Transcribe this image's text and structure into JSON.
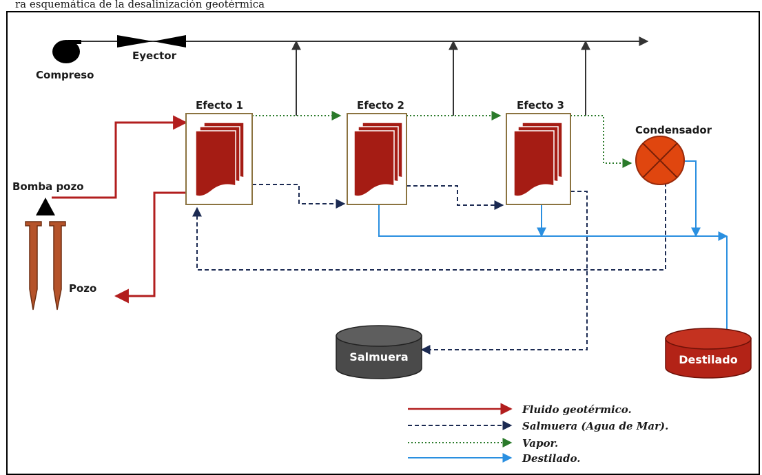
{
  "caption": "ra esquemática de la desalinización geotérmica",
  "labels": {
    "compresor": "Compreso",
    "eyector": "Eyector",
    "efecto1": "Efecto 1",
    "efecto2": "Efecto 2",
    "efecto3": "Efecto 3",
    "condensador": "Condensador",
    "bomba_pozo": "Bomba pozo",
    "pozo": "Pozo",
    "salmuera": "Salmuera",
    "destilado": "Destilado"
  },
  "legend": [
    {
      "label": "Fluido geotérmico.",
      "color": "#b21e1e",
      "style": "solid"
    },
    {
      "label": "Salmuera (Agua de Mar).",
      "color": "#1b2a52",
      "style": "dashed"
    },
    {
      "label": "Vapor.",
      "color": "#2a7a2a",
      "style": "dotted"
    },
    {
      "label": "Destilado.",
      "color": "#2a8fe0",
      "style": "solid"
    }
  ],
  "colors": {
    "geothermal": "#b21e1e",
    "brine": "#1b2a52",
    "vapor": "#2a7a2a",
    "distillate": "#2a8fe0",
    "steam_line": "#333333",
    "effect_border": "#8b7340",
    "plate": "#a51c14",
    "condenser": "#e0460f",
    "salmuera_tank": "#4a4a4a",
    "destilado_tank": "#b32317",
    "well": "#b5532a"
  }
}
